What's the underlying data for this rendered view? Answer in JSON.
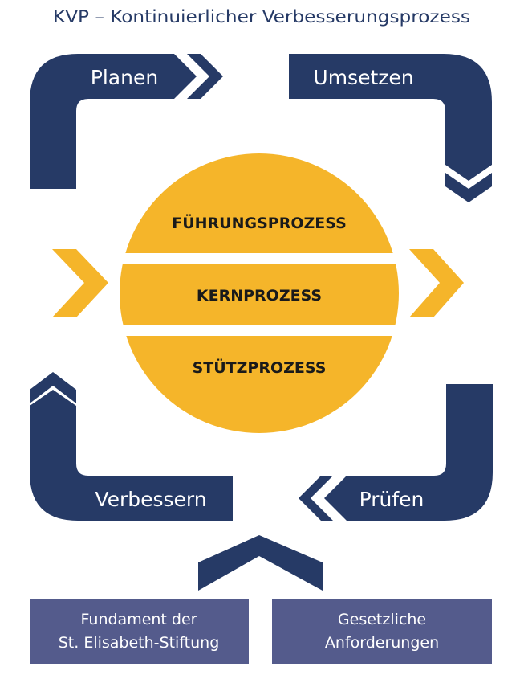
{
  "title": "KVP – Kontinuierlicher Verbesserungsprozess",
  "cycle": {
    "plan": "Planen",
    "do": "Umsetzen",
    "check": "Prüfen",
    "act": "Verbessern"
  },
  "processes": [
    "FÜHRUNGSPROZESS",
    "KERNPROZESS",
    "STÜTZPROZESS"
  ],
  "foundations": [
    {
      "line1": "Fundament der",
      "line2": "St. Elisabeth-Stiftung"
    },
    {
      "line1": "Gesetzliche",
      "line2": "Anforderungen"
    }
  ],
  "colors": {
    "navy": "#263a66",
    "yellow": "#f5b52a",
    "box": "#545b8c"
  }
}
